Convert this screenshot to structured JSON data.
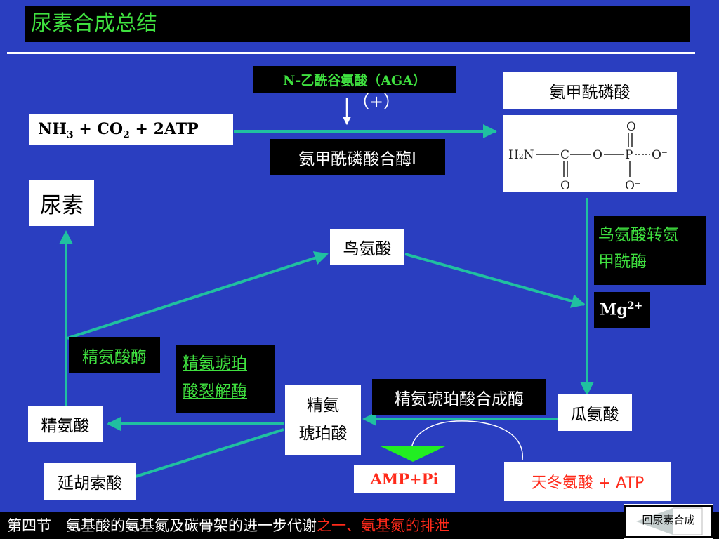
{
  "title": "尿素合成总结",
  "nodes": {
    "substrates": {
      "part1": "NH",
      "sub1": "3",
      "part2": " + CO",
      "sub2": "2",
      "part3": " + 2ATP"
    },
    "aga_label": "N-乙酰谷氨酸（AGA）",
    "activator": "（+）",
    "enzyme_cps1": "氨甲酰磷酸合酶Ⅰ",
    "carbamoyl_phosphate": "氨甲酰磷酸",
    "urea": "尿素",
    "ornithine": "鸟氨酸",
    "otc_line1": "鸟氨酸转氨",
    "otc_line2": "甲酰酶",
    "mg": "Mg",
    "mg_sup": "2+",
    "citrulline": "瓜氨酸",
    "argininosuccinate_synthetase": "精氨琥珀酸合成酶",
    "argininosuccinate_line1": "精氨",
    "argininosuccinate_line2": "琥珀酸",
    "lyase_line1": "精氨琥珀",
    "lyase_line2": "酸裂解酶",
    "arginase": "精氨酸酶",
    "arginine": "精氨酸",
    "fumarate": "延胡索酸",
    "amp_pi": "AMP+Pi",
    "aspartate_atp": "天冬氨酸 + ATP"
  },
  "formula": {
    "h2n": "H₂N",
    "c": "C",
    "o": "O",
    "p": "P",
    "o_minus": "O⁻",
    "dash": "—"
  },
  "footer": {
    "text_part1": "第四节　氨基酸的氨基氮及碳骨架的进一步代谢",
    "text_part2": "之一、氨基氮的排泄",
    "back_button": "回尿素合成"
  },
  "colors": {
    "background": "#2a3ec0",
    "arrow": "#20c0a0",
    "green_text": "#3fe03f",
    "red_text": "#ff2a1a"
  }
}
